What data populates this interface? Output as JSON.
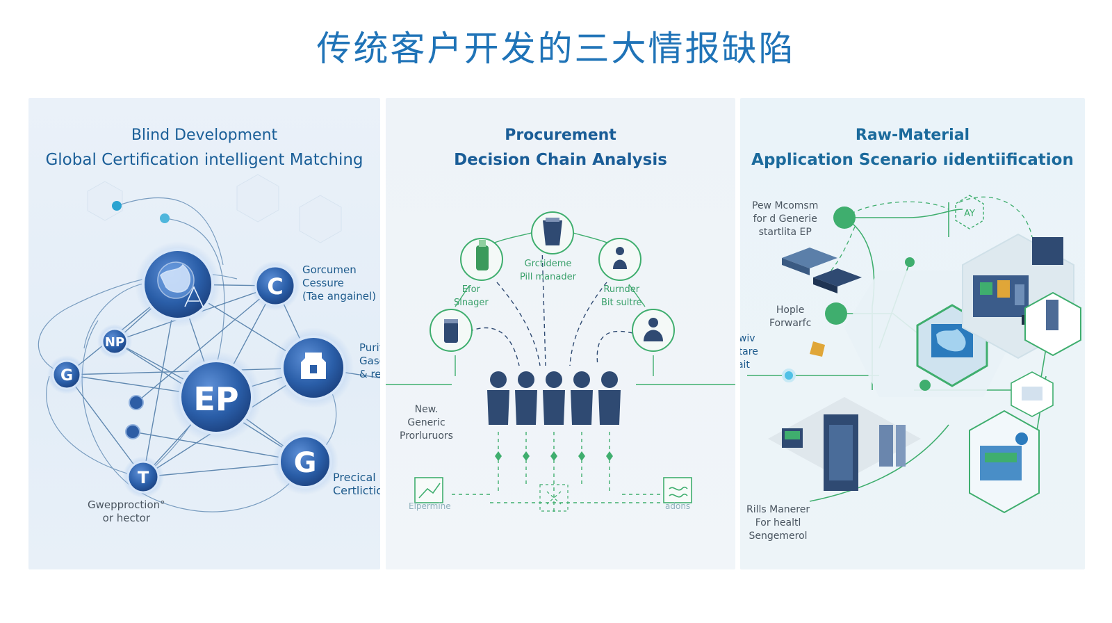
{
  "page_title": "传统客户开发的三大情报缺陷",
  "panels": [
    {
      "heading_line1": "Blind Development",
      "heading_line2": "Global Certification intelligent Matching",
      "nodes": {
        "center": "EP",
        "c": "C",
        "np": "NP",
        "g_small": "G",
        "g_large": "G",
        "t": "T"
      },
      "labels": {
        "right_top": [
          "Gorcumen",
          "Cessure",
          "(Tae angainel)"
        ],
        "right_mid": [
          "Purity",
          "Gasgiation",
          "& recive"
        ],
        "right_bottom": [
          "Precical",
          "Certliction"
        ],
        "bottom_left": [
          "Gwepproction°",
          "or hector"
        ]
      }
    },
    {
      "heading_line1": "Procurement",
      "heading_line2": "Decision Chain Analysis",
      "labels": {
        "top_center": [
          "Grctideme",
          "Pill manader"
        ],
        "left": [
          "Efor",
          "Slnager"
        ],
        "right": [
          "Rurnder",
          "Bit sultre"
        ],
        "new_generic": [
          "New.",
          "Generic",
          "Prorluruors"
        ],
        "elpermine": "Elpermine",
        "adons": "adons"
      }
    },
    {
      "heading_line1": "Raw-Material",
      "heading_line2": "Application Scenario ıidentiification",
      "labels": {
        "top": [
          "Pew Mcomsm",
          "for d Generie",
          "startlita EP"
        ],
        "hople": [
          "Hople",
          "Forwarfc"
        ],
        "dewiv": [
          "Dewiv",
          "Surtare",
          "Irait"
        ],
        "bottom": [
          "Rills Manerer",
          "For healtl",
          "Sengemerol"
        ],
        "badge": "AY"
      }
    }
  ],
  "colors": {
    "title": "#1f73b7",
    "node_blue": "#2a5ea8",
    "accent_green": "#3fae6e",
    "people": "#2f4a72"
  }
}
